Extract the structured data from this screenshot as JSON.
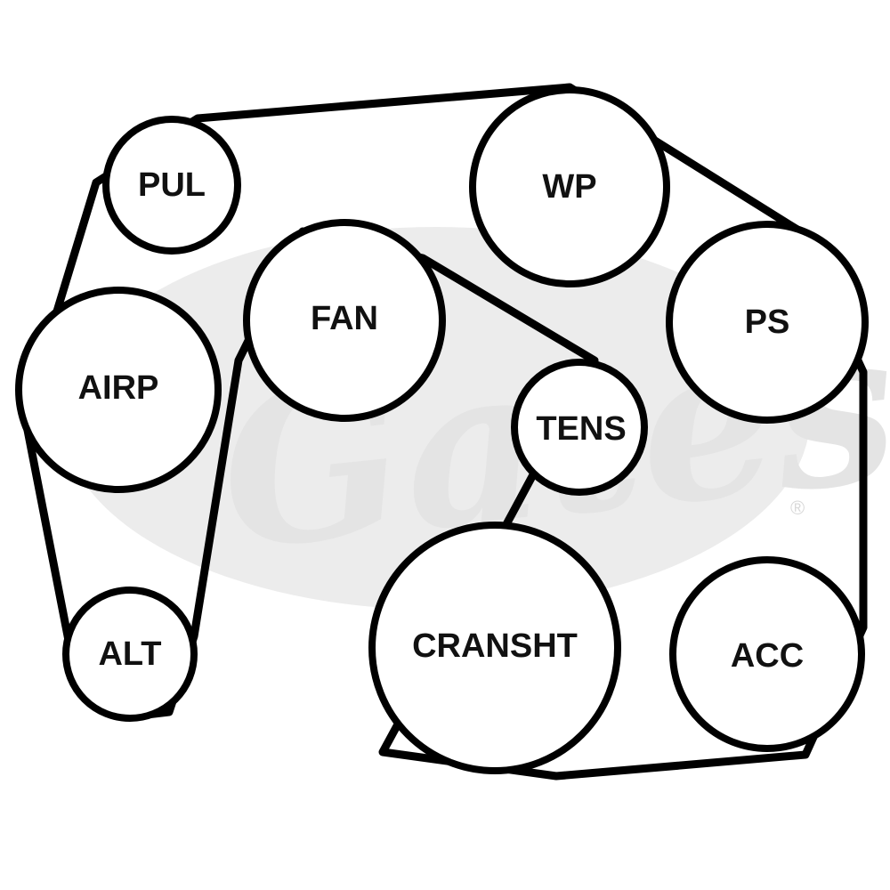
{
  "watermark": {
    "brand": "Gates",
    "registered": "®"
  },
  "pulleys": [
    {
      "id": "pul",
      "label": "PUL"
    },
    {
      "id": "wp",
      "label": "WP"
    },
    {
      "id": "fan",
      "label": "FAN"
    },
    {
      "id": "airp",
      "label": "AIRP"
    },
    {
      "id": "ps",
      "label": "PS"
    },
    {
      "id": "tens",
      "label": "TENS"
    },
    {
      "id": "alt",
      "label": "ALT"
    },
    {
      "id": "cranksht",
      "label": "CRANSHT"
    },
    {
      "id": "acc",
      "label": "ACC"
    }
  ]
}
